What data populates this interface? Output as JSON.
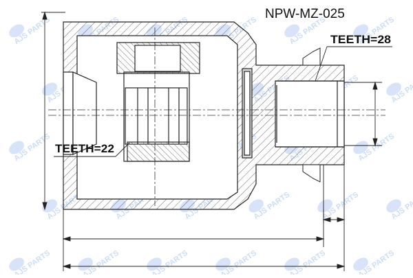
{
  "part_number": "NPW-MZ-025",
  "teeth_outer": "TEETH=28",
  "teeth_inner": "TEETH=22",
  "watermark": {
    "text": "AJS PARTS",
    "color": "#1a66d6"
  },
  "colors": {
    "line": "#222222",
    "hatch": "#555555",
    "fill": "#ffffff"
  }
}
